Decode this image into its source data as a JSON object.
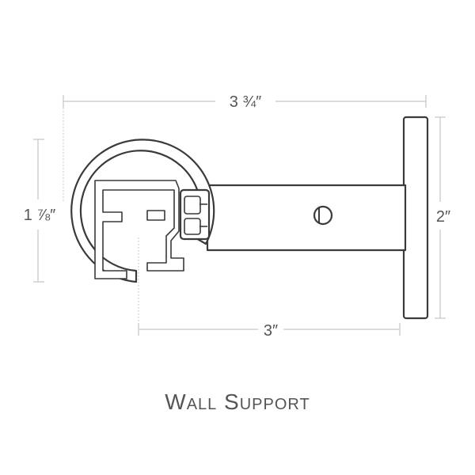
{
  "dimensions": {
    "width_total": "3 ¾″",
    "depth": "3″",
    "rod_height": "1 ⅞″",
    "plate_height": "2″"
  },
  "caption": "Wall Support"
}
